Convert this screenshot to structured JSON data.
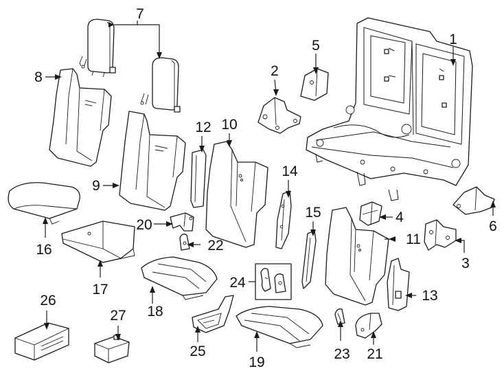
{
  "diagram": {
    "callouts": [
      {
        "id": "1",
        "label": "1"
      },
      {
        "id": "2",
        "label": "2"
      },
      {
        "id": "3",
        "label": "3"
      },
      {
        "id": "4",
        "label": "4"
      },
      {
        "id": "5",
        "label": "5"
      },
      {
        "id": "6",
        "label": "6"
      },
      {
        "id": "7",
        "label": "7"
      },
      {
        "id": "8",
        "label": "8"
      },
      {
        "id": "9",
        "label": "9"
      },
      {
        "id": "10",
        "label": "10"
      },
      {
        "id": "11",
        "label": "11"
      },
      {
        "id": "12",
        "label": "12"
      },
      {
        "id": "13",
        "label": "13"
      },
      {
        "id": "14",
        "label": "14"
      },
      {
        "id": "15",
        "label": "15"
      },
      {
        "id": "16",
        "label": "16"
      },
      {
        "id": "17",
        "label": "17"
      },
      {
        "id": "18",
        "label": "18"
      },
      {
        "id": "19",
        "label": "19"
      },
      {
        "id": "20",
        "label": "20"
      },
      {
        "id": "21",
        "label": "21"
      },
      {
        "id": "22",
        "label": "22"
      },
      {
        "id": "23",
        "label": "23"
      },
      {
        "id": "24",
        "label": "24"
      },
      {
        "id": "25",
        "label": "25"
      },
      {
        "id": "26",
        "label": "26"
      },
      {
        "id": "27",
        "label": "27"
      }
    ]
  }
}
